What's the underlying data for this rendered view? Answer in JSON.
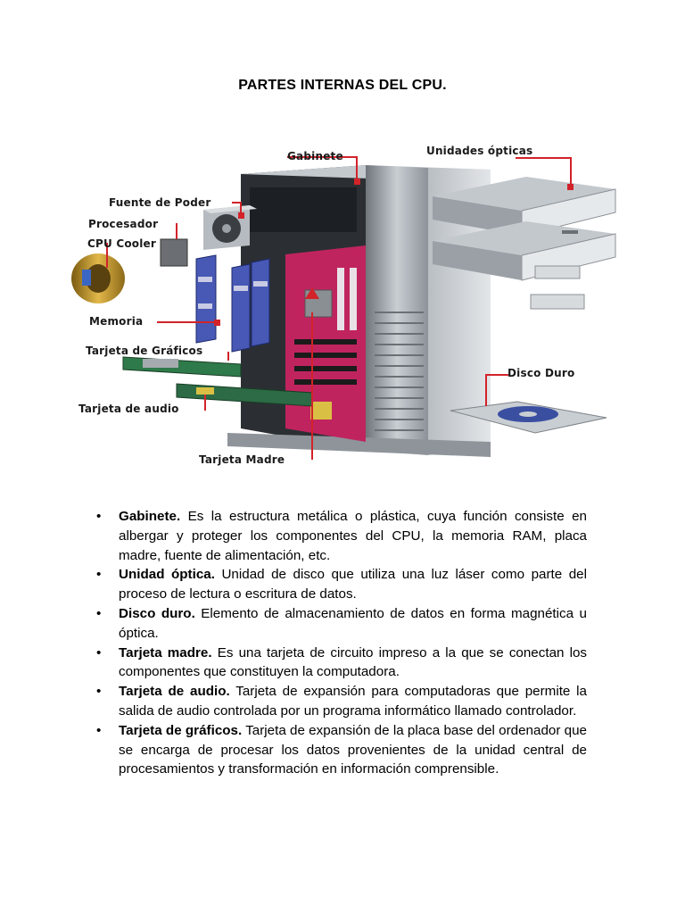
{
  "document": {
    "title": "PARTES INTERNAS DEL CPU."
  },
  "figure": {
    "labels": {
      "gabinete": "Gabinete",
      "unidades_opticas": "Unidades ópticas",
      "fuente_de_poder": "Fuente de Poder",
      "procesador": "Procesador",
      "cpu_cooler": "CPU Cooler",
      "memoria": "Memoria",
      "tarjeta_graficos": "Tarjeta de Gráficos",
      "tarjeta_audio": "Tarjeta de audio",
      "disco_duro": "Disco Duro",
      "tarjeta_madre": "Tarjeta Madre"
    },
    "colors": {
      "leader": "#d2232a",
      "motherboard": "#c0245f",
      "chassis": "#9aa0a6"
    }
  },
  "definitions": [
    {
      "term": "Gabinete.",
      "text": " Es la estructura metálica o plástica, cuya función consiste en albergar y proteger los componentes del CPU, la memoria RAM, placa madre, fuente de alimentación, etc."
    },
    {
      "term": "Unidad óptica.",
      "text": " Unidad de disco que utiliza una luz láser como parte del proceso de lectura o escritura de datos."
    },
    {
      "term": "Disco duro.",
      "text": " Elemento de almacenamiento de datos en forma magnética u óptica."
    },
    {
      "term": "Tarjeta madre.",
      "text": " Es una tarjeta de circuito impreso a la que se conectan los componentes que constituyen la computadora."
    },
    {
      "term": "Tarjeta de audio.",
      "text": " Tarjeta de expansión para computadoras que permite la salida de audio controlada por un programa informático llamado controlador."
    },
    {
      "term": "Tarjeta de gráficos.",
      "text": " Tarjeta de expansión de la placa base del ordenador que se encarga de procesar los datos provenientes de la unidad central de procesamientos y transformación en información comprensible."
    }
  ],
  "bullet_glyph": "•"
}
